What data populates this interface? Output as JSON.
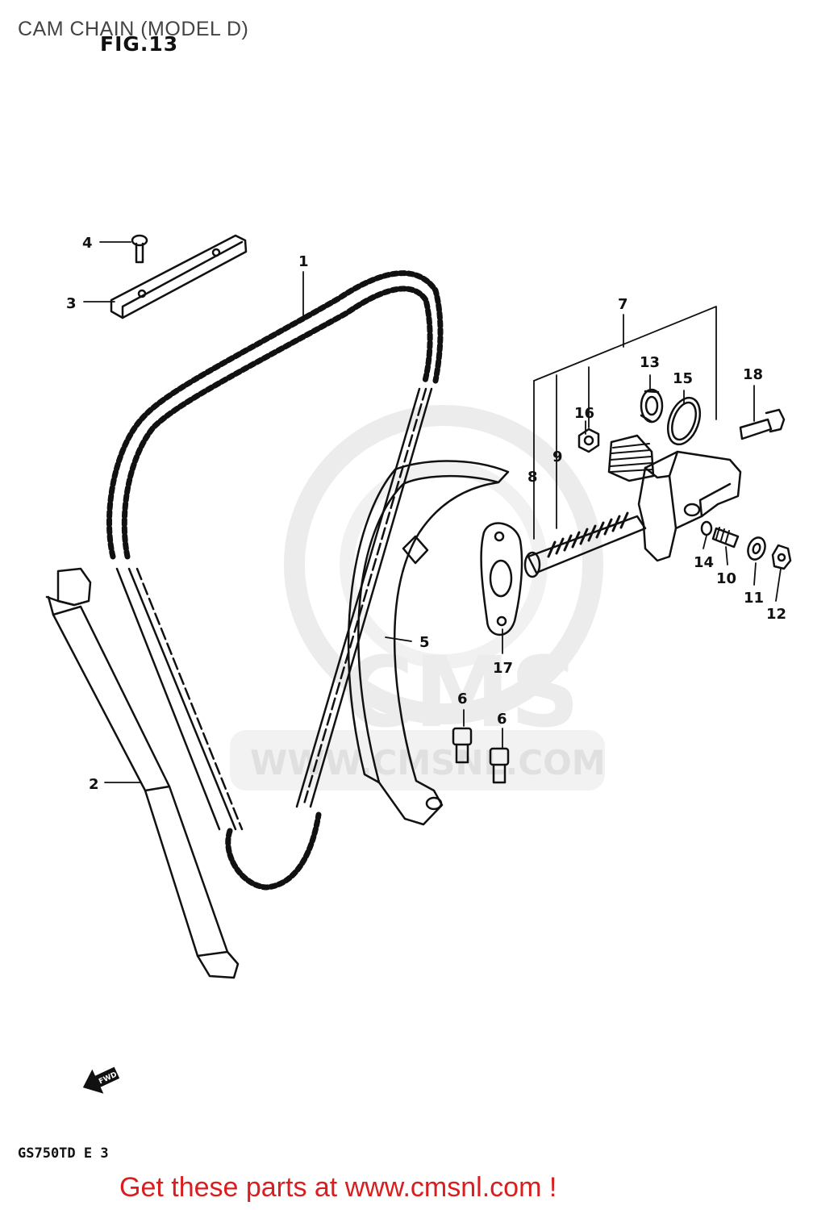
{
  "header": {
    "title": "CAM CHAIN (MODEL D)",
    "figure": "FIG.13"
  },
  "watermark": {
    "brand": "CMS",
    "url": "WWW.CMSNL.COM"
  },
  "callouts": [
    "1",
    "2",
    "3",
    "4",
    "5",
    "6",
    "6",
    "7",
    "8",
    "9",
    "10",
    "11",
    "12",
    "13",
    "14",
    "15",
    "16",
    "17",
    "18"
  ],
  "direction_arrow": {
    "label": "FWD",
    "icon": "arrow-left-icon"
  },
  "footer": {
    "model_code": "GS750TD E 3",
    "promo_link": "Get these parts at www.cmsnl.com !"
  },
  "colors": {
    "line_art": "#111111",
    "promo_link": "#d81e1e",
    "watermark": "#ececec"
  }
}
